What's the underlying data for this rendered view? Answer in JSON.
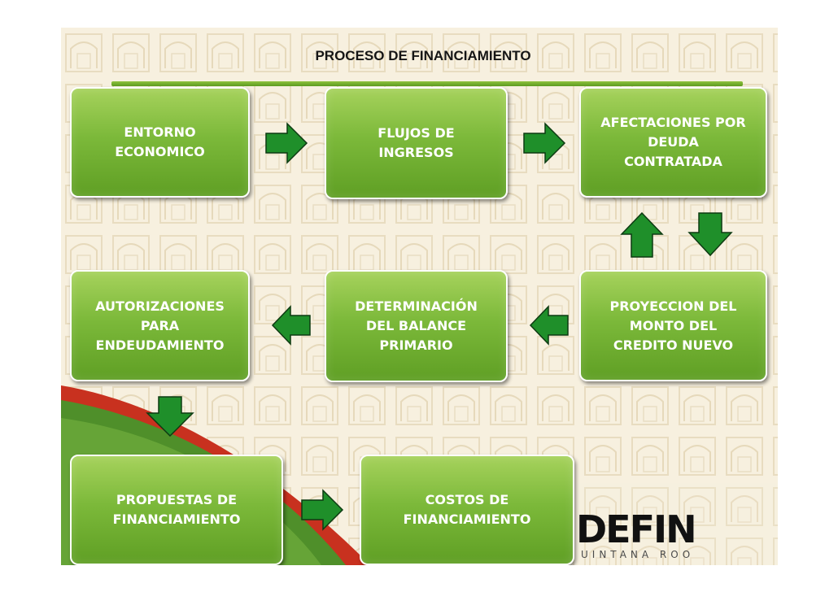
{
  "title": "PROCESO DE FINANCIAMIENTO",
  "boxes": {
    "entorno": "ENTORNO\nECONOMICO",
    "flujos": "FLUJOS DE\nINGRESOS",
    "afectaciones": "AFECTACIONES POR\nDEUDA\nCONTRATADA",
    "autorizaciones": "AUTORIZACIONES\nPARA\nENDEUDAMIENTO",
    "determinacion": "DETERMINACIÓN\nDEL BALANCE\nPRIMARIO",
    "proyeccion": "PROYECCION DEL\nMONTO DEL\nCREDITO NUEVO",
    "propuestas": "PROPUESTAS DE\nFINANCIAMIENTO",
    "costos": "COSTOS DE\nFINANCIAMIENTO"
  },
  "logo": {
    "text": "DEFIN",
    "subtitle": "UINTANA ROO"
  },
  "colors": {
    "box_green": "#7cb93a",
    "arrow_green": "#1f8f2a",
    "rule_green": "#7cb236",
    "swoosh_red": "#c8311f"
  }
}
